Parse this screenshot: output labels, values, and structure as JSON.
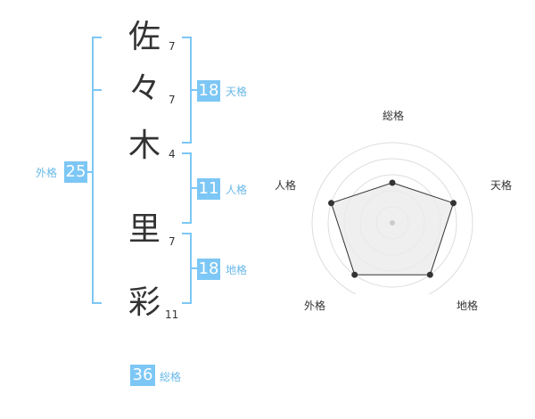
{
  "name_chars": [
    {
      "char": "佐",
      "strokes": "7"
    },
    {
      "char": "々",
      "strokes": "7"
    },
    {
      "char": "木",
      "strokes": "4"
    },
    {
      "char": "里",
      "strokes": "7"
    },
    {
      "char": "彩",
      "strokes": "11"
    }
  ],
  "fortunes": {
    "tenkaku": {
      "value": "18",
      "label": "天格"
    },
    "jinkaku": {
      "value": "11",
      "label": "人格"
    },
    "chikaku": {
      "value": "18",
      "label": "地格"
    },
    "gaikaku": {
      "value": "25",
      "label": "外格"
    },
    "soukaku": {
      "value": "36",
      "label": "総格"
    }
  },
  "colors": {
    "accent": "#7cc7f5",
    "label_text": "#68b8e8",
    "bracket": "#7cc7f5",
    "text": "#333333"
  },
  "chart_data": {
    "type": "radar",
    "axes": [
      "総格",
      "天格",
      "地格",
      "外格",
      "人格"
    ],
    "values": [
      0.5,
      0.8,
      0.8,
      0.8,
      0.8
    ],
    "max": 1,
    "rings": 5,
    "grid": true
  }
}
